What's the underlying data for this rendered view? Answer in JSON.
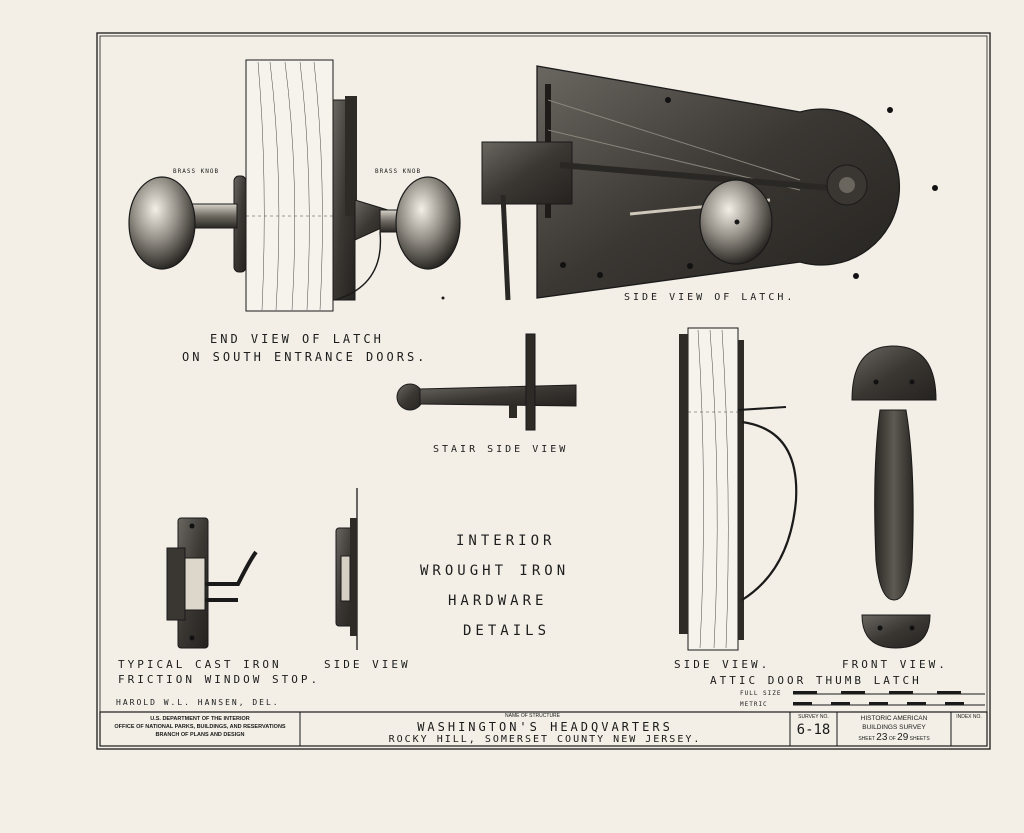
{
  "drawing": {
    "center_title": [
      "INTERIOR",
      "WROUGHT IRON",
      "HARDWARE",
      "DETAILS"
    ],
    "labels": {
      "brass_knob_left": "BRASS KNOB",
      "brass_knob_right": "BRASS KNOB",
      "end_view_line1": "END VIEW OF LATCH",
      "end_view_line2": "ON SOUTH ENTRANCE DOORS.",
      "side_view_latch": "SIDE VIEW OF LATCH.",
      "stair_side_view": "STAIR SIDE VIEW",
      "window_stop_line1": "TYPICAL CAST IRON",
      "window_stop_line2": "FRICTION WINDOW STOP.",
      "window_stop_side": "SIDE VIEW",
      "thumb_latch_side": "SIDE VIEW.",
      "thumb_latch_front": "FRONT VIEW.",
      "thumb_latch_title": "ATTIC DOOR THUMB LATCH",
      "delineator": "HAROLD W.L. HANSEN, DEL."
    },
    "scale": {
      "full_size": "FULL SIZE",
      "metric": "METRIC"
    }
  },
  "title_block": {
    "agency_line1": "U.S. DEPARTMENT OF THE INTERIOR",
    "agency_line2": "OFFICE OF NATIONAL PARKS, BUILDINGS, AND RESERVATIONS",
    "agency_line3": "BRANCH OF PLANS AND DESIGN",
    "name_caption": "NAME OF STRUCTURE",
    "structure_name": "WASHINGTON'S HEADQVARTERS",
    "location": "ROCKY HILL, SOMERSET COUNTY NEW JERSEY.",
    "survey_caption": "SURVEY NO.",
    "survey_no": "6-18",
    "habs_line1": "HISTORIC AMERICAN",
    "habs_line2": "BUILDINGS SURVEY",
    "sheet_word": "SHEET",
    "sheet_no": "23",
    "of_word": "OF",
    "sheet_total": "29",
    "sheets_word": "SHEETS",
    "index_caption": "INDEX NO."
  }
}
